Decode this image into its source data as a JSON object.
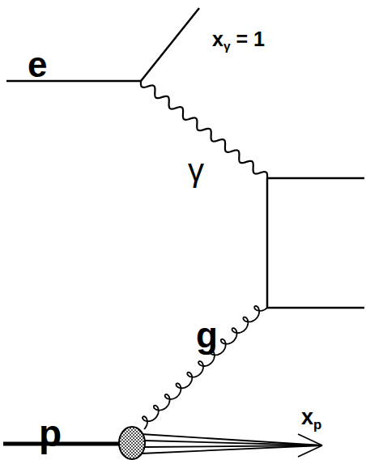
{
  "diagram": {
    "labels": [
      "e",
      "xγ = 1",
      "γ",
      "g",
      "xp",
      "p"
    ]
  }
}
